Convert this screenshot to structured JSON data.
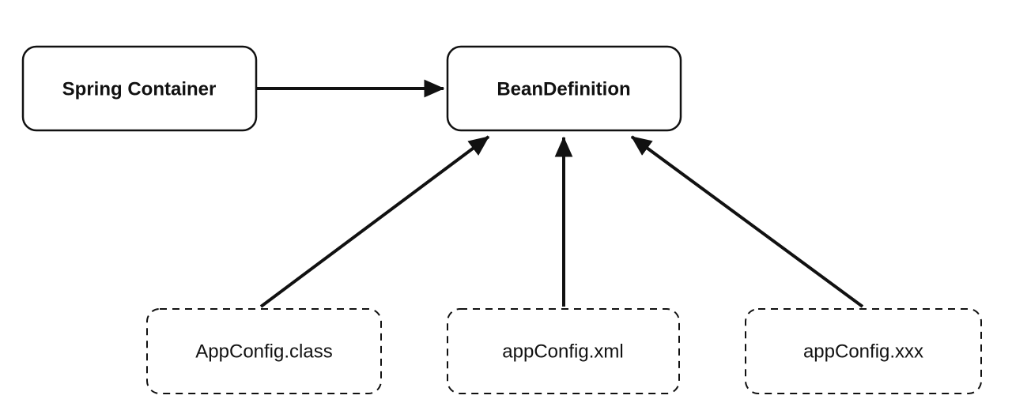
{
  "page": {
    "background": "#ffffff"
  },
  "diagram": {
    "type": "flow-diagram",
    "colors": {
      "stroke": "#111111",
      "text": "#111111",
      "node_fill": "#ffffff"
    },
    "nodes": {
      "spring_container": {
        "label": "Spring Container",
        "shape": "rounded-rect",
        "border": "solid",
        "font_weight": "bold"
      },
      "bean_definition": {
        "label": "BeanDefinition",
        "shape": "rounded-rect",
        "border": "solid",
        "font_weight": "bold"
      },
      "app_config_class": {
        "label": "AppConfig.class",
        "shape": "rounded-rect",
        "border": "dashed",
        "font_weight": "normal"
      },
      "app_config_xml": {
        "label": "appConfig.xml",
        "shape": "rounded-rect",
        "border": "dashed",
        "font_weight": "normal"
      },
      "app_config_xxx": {
        "label": "appConfig.xxx",
        "shape": "rounded-rect",
        "border": "dashed",
        "font_weight": "normal"
      }
    },
    "edges": [
      {
        "from": "spring_container",
        "to": "bean_definition",
        "style": "solid",
        "arrow": "filled-triangle"
      },
      {
        "from": "app_config_class",
        "to": "bean_definition",
        "style": "solid",
        "arrow": "filled-triangle"
      },
      {
        "from": "app_config_xml",
        "to": "bean_definition",
        "style": "solid",
        "arrow": "filled-triangle"
      },
      {
        "from": "app_config_xxx",
        "to": "bean_definition",
        "style": "solid",
        "arrow": "filled-triangle"
      }
    ]
  }
}
